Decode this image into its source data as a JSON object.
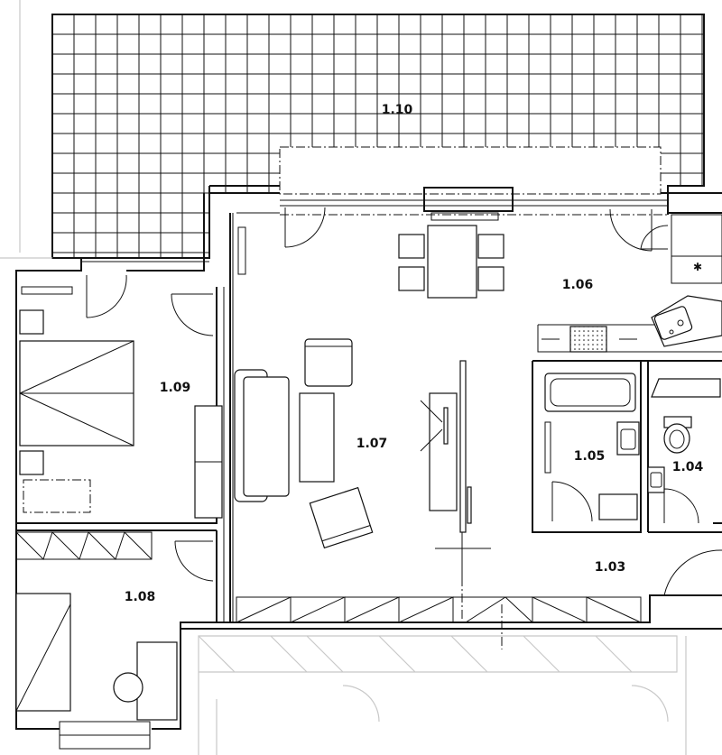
{
  "rooms": [
    {
      "id": "1.10"
    },
    {
      "id": "1.09"
    },
    {
      "id": "1.08"
    },
    {
      "id": "1.07"
    },
    {
      "id": "1.06"
    },
    {
      "id": "1.05"
    },
    {
      "id": "1.04"
    },
    {
      "id": "1.03"
    }
  ],
  "symbols": {
    "fridge_mark": "✱"
  }
}
